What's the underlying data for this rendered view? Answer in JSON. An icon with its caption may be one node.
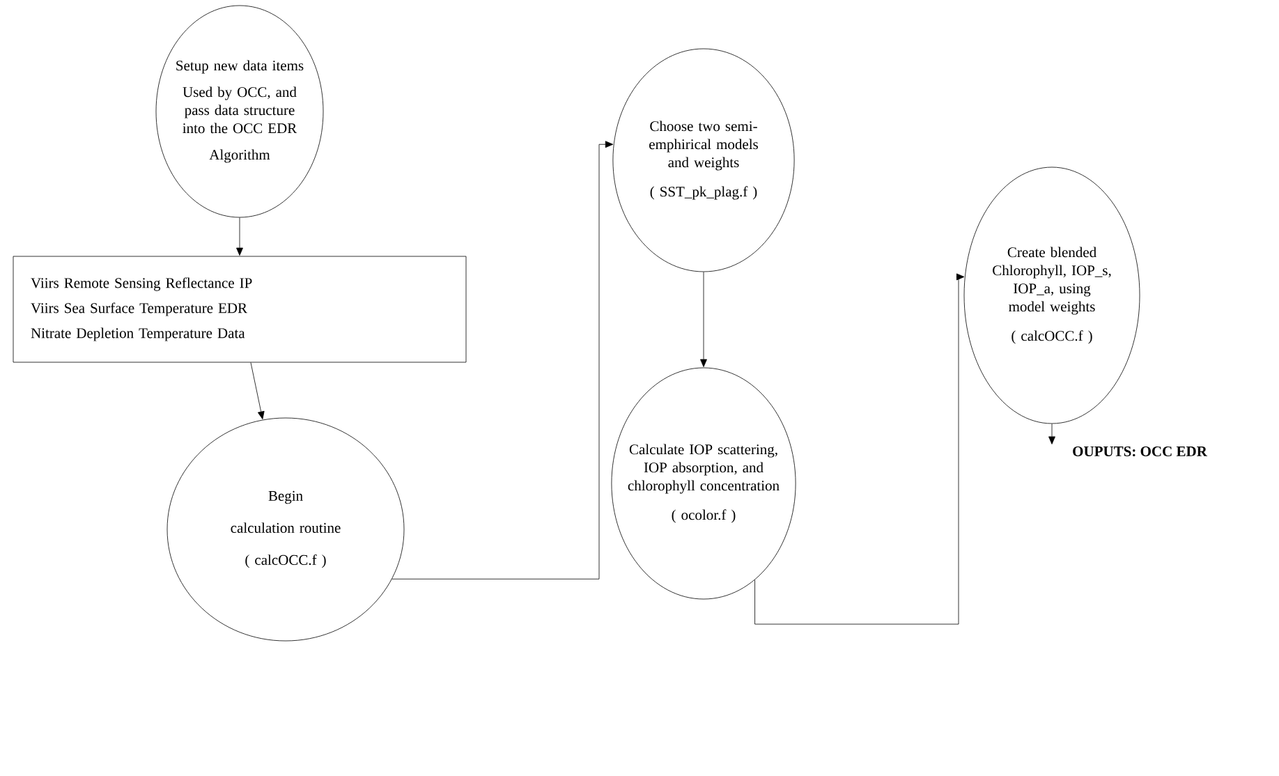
{
  "diagram": {
    "nodes": [
      {
        "text": [
          "Setup new data items",
          "Used by OCC, and pass data structure into the OCC EDR",
          "Algorithm"
        ]
      },
      {
        "text": [
          "Viirs Remote Sensing Reflectance IP",
          "Viirs Sea Surface Temperature EDR",
          "Nitrate Depletion Temperature Data"
        ]
      },
      {
        "text": [
          "Begin",
          "calculation routine",
          "( calcOCC.f )"
        ]
      },
      {
        "text": [
          "Choose two semi-emphirical models and weights",
          "( SST_pk_plag.f )"
        ]
      },
      {
        "text": [
          "Calculate IOP scattering, IOP absorption, and chlorophyll concentration",
          "( ocolor.f )"
        ]
      },
      {
        "text": [
          "Create blended Chlorophyll, IOP_s, IOP_a, using model weights",
          "( calcOCC.f )"
        ]
      },
      {
        "text": [
          "OUPUTS: OCC EDR"
        ]
      }
    ],
    "edges": [
      {
        "from": 0,
        "to": 1,
        "arrow": "to"
      },
      {
        "from": 1,
        "to": 2,
        "arrow": "to"
      },
      {
        "from": 2,
        "to": 3,
        "arrow": "to"
      },
      {
        "from": 3,
        "to": 4,
        "arrow": "to"
      },
      {
        "from": 4,
        "to": 5,
        "arrow": "to"
      },
      {
        "from": 5,
        "to": 6,
        "arrow": "to"
      }
    ]
  }
}
